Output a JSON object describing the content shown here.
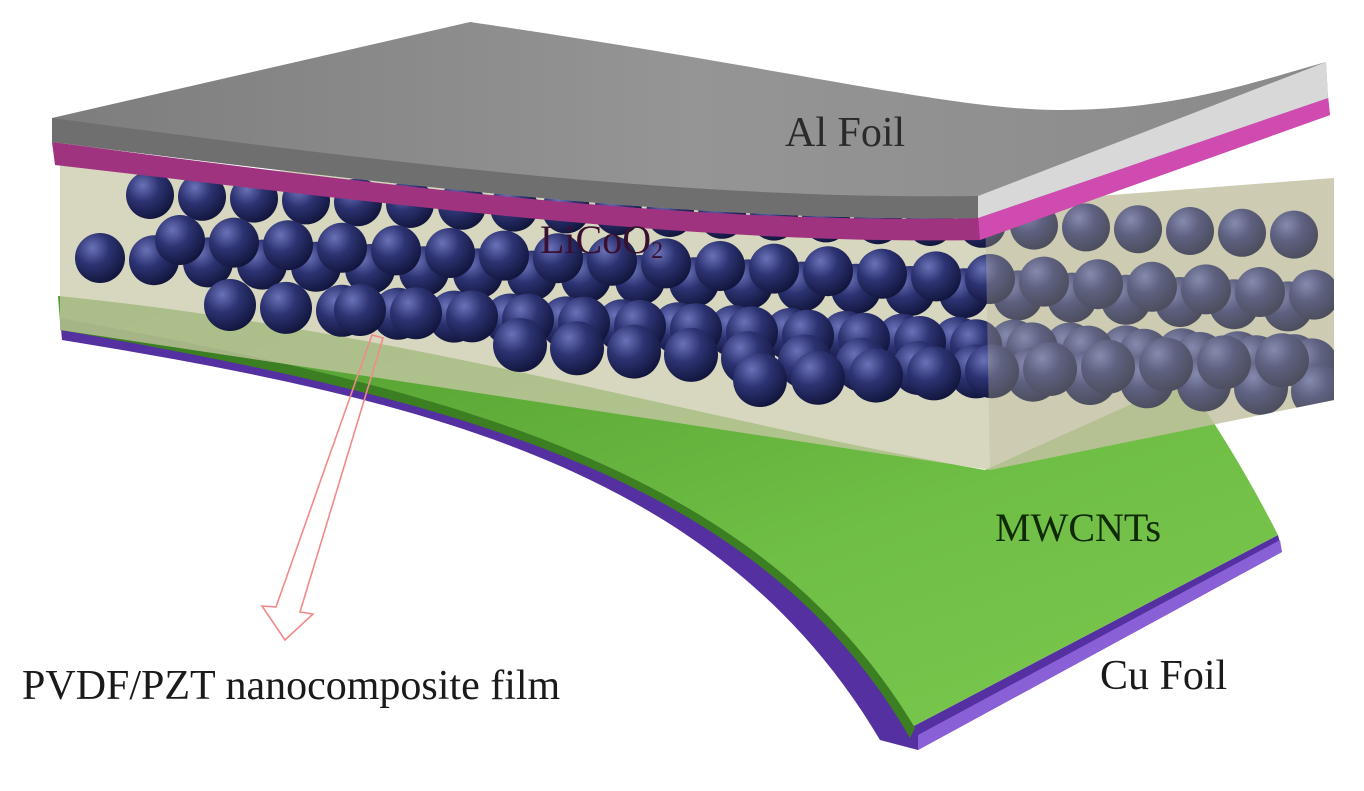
{
  "labels": {
    "al_foil": "Al Foil",
    "licoo2_base": "LiCoO",
    "licoo2_sub": "2",
    "mwcnts": "MWCNTs",
    "cu_foil": "Cu Foil",
    "pvdf_film": "PVDF/PZT nanocomposite film"
  },
  "colors": {
    "al_foil": "#8c8c8c",
    "licoo2_layer": "#a0337f",
    "particles": "#2a2f6a",
    "separator": "#b8b89a",
    "mwcnts": "#6fbe45",
    "cu_foil": "#5a3aa0",
    "arrow": "#f08a8a"
  }
}
